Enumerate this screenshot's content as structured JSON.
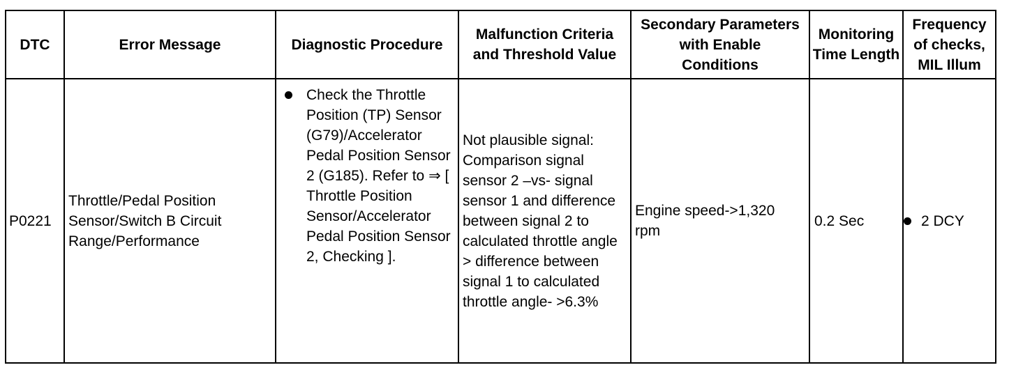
{
  "table": {
    "headers": {
      "dtc": "DTC",
      "error_message": "Error Message",
      "diagnostic_procedure": "Diagnostic Procedure",
      "malfunction_criteria": "Malfunction Criteria and Threshold Value",
      "secondary_parameters": "Secondary Parameters with Enable Conditions",
      "monitoring_time": "Monitoring Time Length",
      "frequency": "Frequency of checks, MIL Illum"
    },
    "rows": [
      {
        "dtc": "P0221",
        "error_message": "Throttle/Pedal Position Sensor/Switch B Circuit Range/Performance",
        "diagnostic_procedure": "Check the Throttle Position (TP) Sensor (G79)/Accelerator Pedal Position Sensor 2 (G185). Refer to ⇒ [ Throttle Position Sensor/Accelerator Pedal Position Sensor 2, Checking ].",
        "malfunction_criteria": "Not plausible signal: Comparison signal sensor 2 –vs- signal sensor 1 and difference between signal 2 to calculated throttle angle > difference between signal 1 to calculated throttle angle- >6.3%",
        "secondary_parameters": "Engine speed->1,320 rpm",
        "monitoring_time": "0.2 Sec",
        "frequency": "2 DCY"
      }
    ]
  }
}
